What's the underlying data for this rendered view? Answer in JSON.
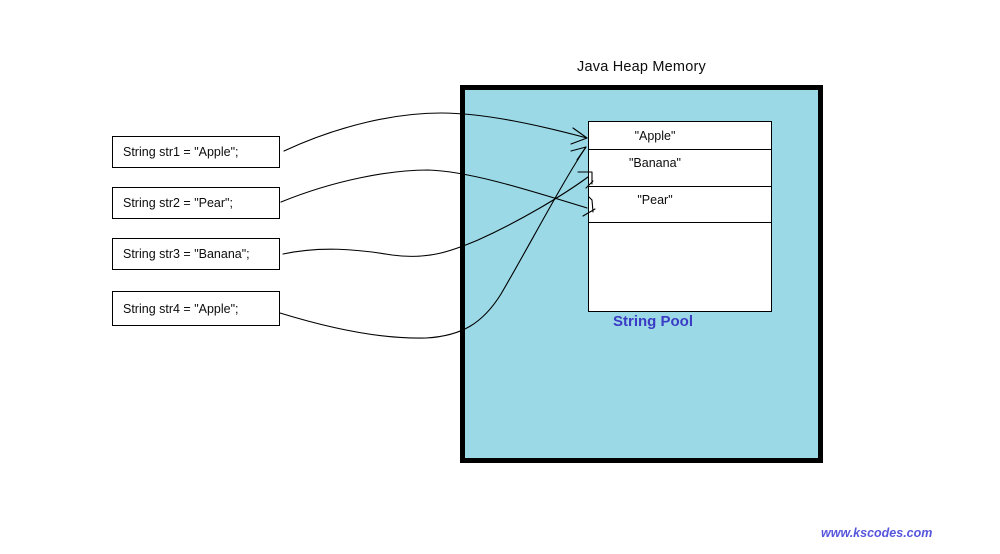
{
  "title": "Java Heap Memory",
  "string_pool": {
    "label": "String Pool",
    "cells": [
      "\"Apple\"",
      "\"Banana\"",
      "\"Pear\"",
      ""
    ]
  },
  "declarations": [
    {
      "id": "str1",
      "label": "String str1 = \"Apple\";",
      "points_to": "\"Apple\""
    },
    {
      "id": "str2",
      "label": "String str2 = \"Pear\";",
      "points_to": "\"Pear\""
    },
    {
      "id": "str3",
      "label": "String str3 = \"Banana\";",
      "points_to": "\"Banana\""
    },
    {
      "id": "str4",
      "label": "String str4 = \"Apple\";",
      "points_to": "\"Apple\""
    }
  ],
  "arrows": [
    {
      "from": "str1",
      "to": "\"Apple\""
    },
    {
      "from": "str2",
      "to": "\"Pear\""
    },
    {
      "from": "str3",
      "to": "\"Banana\""
    },
    {
      "from": "str4",
      "to": "\"Apple\""
    }
  ],
  "watermark": "www.kscodes.com",
  "colors": {
    "heap_fill": "#9BD9E7",
    "heap_border": "#000000",
    "pool_label": "#3B3BC4",
    "watermark": "#5656DD"
  }
}
